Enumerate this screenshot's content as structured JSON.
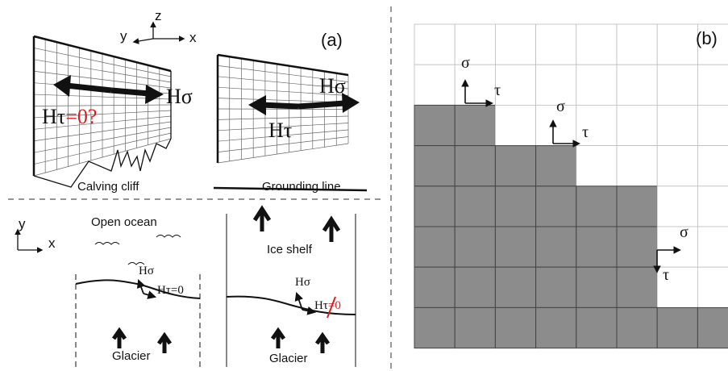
{
  "colors": {
    "ink": "#111111",
    "grid": "#bdbdbd",
    "cell_fill": "#8c8c8c",
    "cell_border": "#444444",
    "accent_red": "#d62020"
  },
  "panel_a": {
    "label": "(a)",
    "axes_3d": {
      "z": "z",
      "y": "y",
      "x": "x"
    },
    "cliff": {
      "tau_prefix": "Hτ",
      "tau_red": "=0?",
      "sigma": "Hσ",
      "caption": "Calving cliff"
    },
    "grounding": {
      "sigma": "Hσ",
      "tau": "Hτ",
      "caption": "Grounding line"
    },
    "plan_view": {
      "axes_2d": {
        "y": "y",
        "x": "x"
      },
      "left": {
        "ocean_label": "Open ocean",
        "sigma": "Hσ",
        "tau": "Hτ=0",
        "glacier": "Glacier"
      },
      "right": {
        "shelf_label": "Ice shelf",
        "sigma": "Hσ",
        "tau_prefix": "Hτ",
        "tau_red": "=0",
        "glacier": "Glacier"
      }
    }
  },
  "panel_b": {
    "label": "(b)",
    "grid": {
      "columns": 8,
      "rows": 8
    },
    "filled_rows_top_first": [
      [
        0,
        0,
        0,
        0,
        0,
        0,
        0,
        0
      ],
      [
        0,
        0,
        0,
        0,
        0,
        0,
        0,
        0
      ],
      [
        1,
        1,
        0,
        0,
        0,
        0,
        0,
        0
      ],
      [
        1,
        1,
        1,
        1,
        0,
        0,
        0,
        0
      ],
      [
        1,
        1,
        1,
        1,
        1,
        1,
        0,
        0
      ],
      [
        1,
        1,
        1,
        1,
        1,
        1,
        0,
        0
      ],
      [
        1,
        1,
        1,
        1,
        1,
        1,
        0,
        0
      ],
      [
        1,
        1,
        1,
        1,
        1,
        1,
        1,
        1
      ]
    ],
    "stress_markers": [
      {
        "id": "top",
        "sigma": "σ",
        "tau": "τ"
      },
      {
        "id": "step",
        "sigma": "σ",
        "tau": "τ"
      },
      {
        "id": "front",
        "sigma": "σ",
        "tau": "τ"
      }
    ]
  }
}
